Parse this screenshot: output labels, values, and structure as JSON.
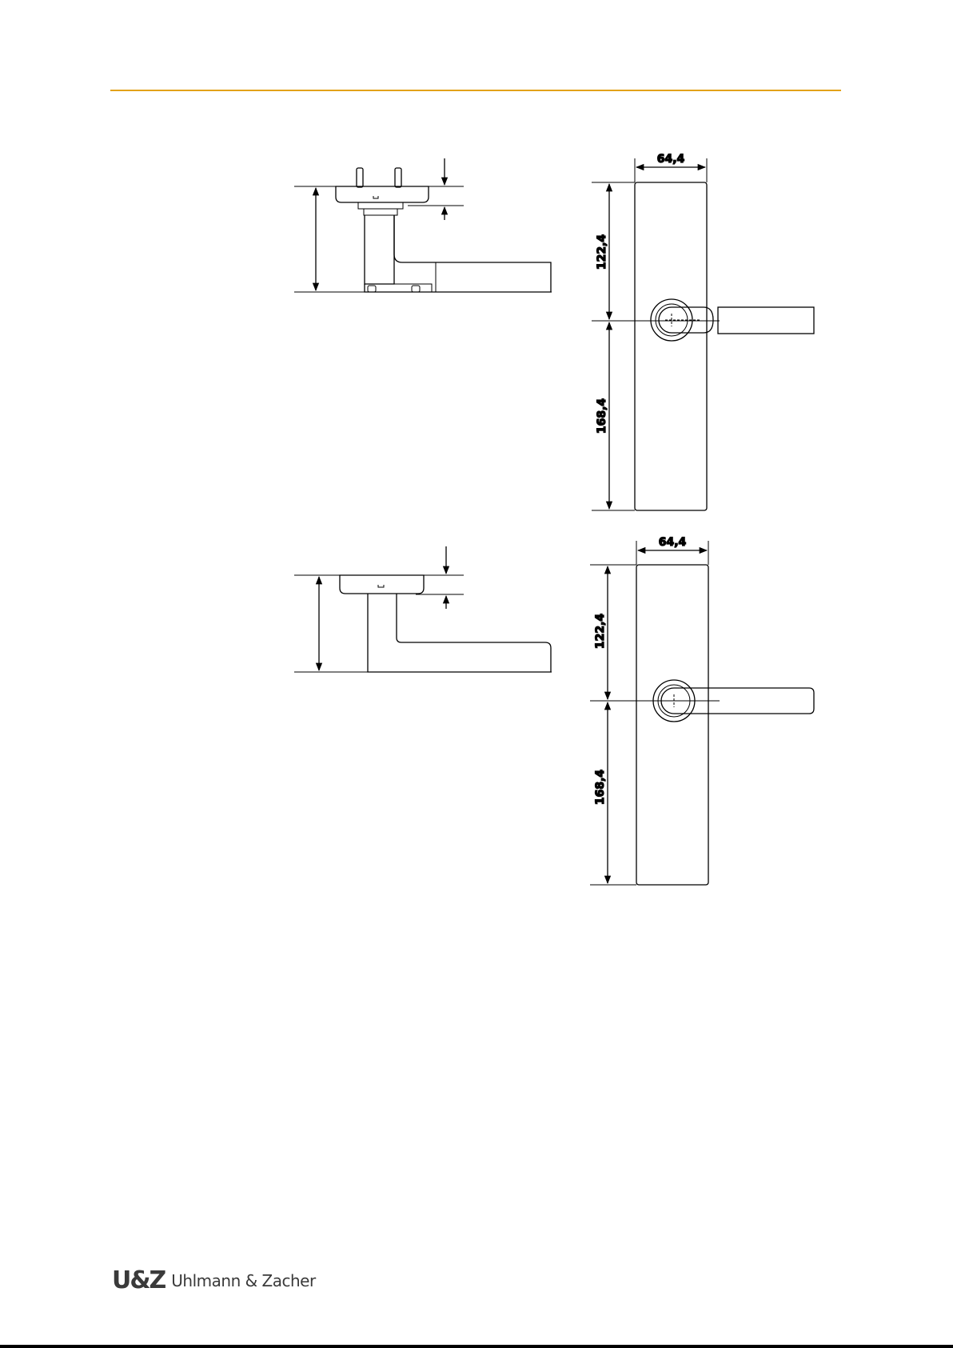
{
  "colors": {
    "accent": "#e3a21a",
    "line": "#000000",
    "logo": "#3a3a3a"
  },
  "figure1": {
    "width_label": "64,4",
    "top_height_label": "122,4",
    "bottom_height_label": "168,4"
  },
  "figure2": {
    "width_label": "64,4",
    "top_height_label": "122,4",
    "bottom_height_label": "168,4"
  },
  "footer": {
    "logo_mark": "U&Z",
    "company": "Uhlmann & Zacher"
  }
}
